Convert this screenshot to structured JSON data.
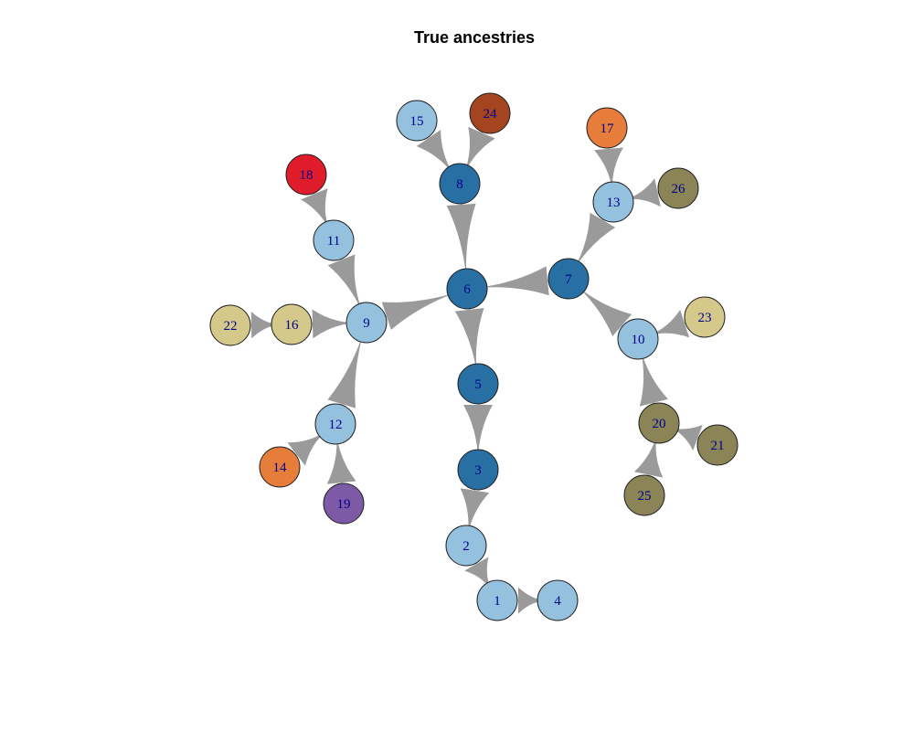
{
  "title": "True ancestries",
  "colors": {
    "edge": "#9a9a9a",
    "light_blue": "#94c1de",
    "dark_blue": "#2870a4",
    "khaki": "#d4c98a",
    "olive": "#8a8456",
    "orange": "#e67d3a",
    "red": "#e01b2a",
    "brown": "#a44520",
    "purple": "#7d5aa6"
  },
  "nodes": [
    {
      "id": "1",
      "label": "1",
      "color": "light_blue"
    },
    {
      "id": "2",
      "label": "2",
      "color": "light_blue"
    },
    {
      "id": "3",
      "label": "3",
      "color": "dark_blue"
    },
    {
      "id": "4",
      "label": "4",
      "color": "light_blue"
    },
    {
      "id": "5",
      "label": "5",
      "color": "dark_blue"
    },
    {
      "id": "6",
      "label": "6",
      "color": "dark_blue"
    },
    {
      "id": "7",
      "label": "7",
      "color": "dark_blue"
    },
    {
      "id": "8",
      "label": "8",
      "color": "dark_blue"
    },
    {
      "id": "9",
      "label": "9",
      "color": "light_blue"
    },
    {
      "id": "10",
      "label": "10",
      "color": "light_blue"
    },
    {
      "id": "11",
      "label": "11",
      "color": "light_blue"
    },
    {
      "id": "12",
      "label": "12",
      "color": "light_blue"
    },
    {
      "id": "13",
      "label": "13",
      "color": "light_blue"
    },
    {
      "id": "14",
      "label": "14",
      "color": "orange"
    },
    {
      "id": "15",
      "label": "15",
      "color": "light_blue"
    },
    {
      "id": "16",
      "label": "16",
      "color": "khaki"
    },
    {
      "id": "17",
      "label": "17",
      "color": "orange"
    },
    {
      "id": "18",
      "label": "18",
      "color": "red"
    },
    {
      "id": "19",
      "label": "19",
      "color": "purple"
    },
    {
      "id": "20",
      "label": "20",
      "color": "olive"
    },
    {
      "id": "21",
      "label": "21",
      "color": "olive"
    },
    {
      "id": "22",
      "label": "22",
      "color": "khaki"
    },
    {
      "id": "23",
      "label": "23",
      "color": "khaki"
    },
    {
      "id": "24",
      "label": "24",
      "color": "brown"
    },
    {
      "id": "25",
      "label": "25",
      "color": "olive"
    },
    {
      "id": "26",
      "label": "26",
      "color": "olive"
    }
  ],
  "edges": [
    {
      "from": "1",
      "to": "2"
    },
    {
      "from": "4",
      "to": "1"
    },
    {
      "from": "2",
      "to": "3"
    },
    {
      "from": "3",
      "to": "5"
    },
    {
      "from": "5",
      "to": "6"
    },
    {
      "from": "6",
      "to": "8"
    },
    {
      "from": "6",
      "to": "9"
    },
    {
      "from": "6",
      "to": "7"
    },
    {
      "from": "8",
      "to": "15"
    },
    {
      "from": "8",
      "to": "24"
    },
    {
      "from": "7",
      "to": "13"
    },
    {
      "from": "7",
      "to": "10"
    },
    {
      "from": "13",
      "to": "17"
    },
    {
      "from": "13",
      "to": "26"
    },
    {
      "from": "10",
      "to": "23"
    },
    {
      "from": "10",
      "to": "20"
    },
    {
      "from": "20",
      "to": "21"
    },
    {
      "from": "20",
      "to": "25"
    },
    {
      "from": "9",
      "to": "11"
    },
    {
      "from": "9",
      "to": "16"
    },
    {
      "from": "9",
      "to": "12"
    },
    {
      "from": "11",
      "to": "18"
    },
    {
      "from": "16",
      "to": "22"
    },
    {
      "from": "12",
      "to": "14"
    },
    {
      "from": "12",
      "to": "19"
    }
  ]
}
